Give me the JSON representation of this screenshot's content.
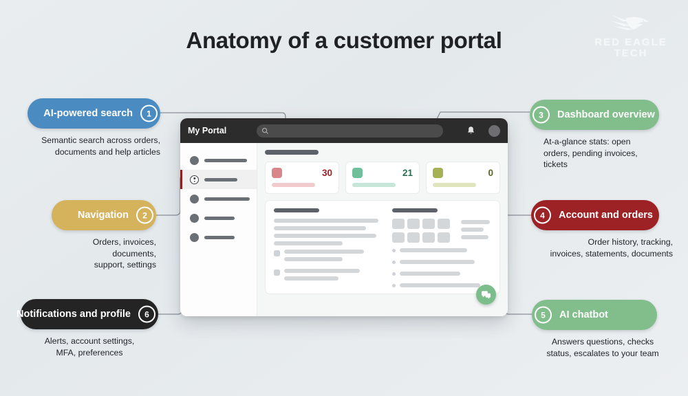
{
  "page": {
    "title": "Anatomy of a customer portal",
    "background": "#e7ebee"
  },
  "logo": {
    "icon": "eagle-icon",
    "line1": "RED EAGLE",
    "line2": "TECH"
  },
  "callouts": [
    {
      "number": "1",
      "label": "AI-powered search",
      "caption": "Semantic search across orders,\ndocuments and help articles",
      "color": "#4a8bc2"
    },
    {
      "number": "2",
      "label": "Navigation",
      "caption": "Orders, invoices, documents,\nsupport, settings",
      "color": "#d5b25c"
    },
    {
      "number": "3",
      "label": "Dashboard overview",
      "caption": "At-a-glance stats: open\norders, pending invoices, tickets",
      "color": "#82bd8c"
    },
    {
      "number": "4",
      "label": "Account and orders",
      "caption": "Order history, tracking,\ninvoices, statements, documents",
      "color": "#9d2226"
    },
    {
      "number": "5",
      "label": "AI chatbot",
      "caption": "Answers questions, checks\nstatus, escalates to your team",
      "color": "#82bd8c"
    },
    {
      "number": "6",
      "label": "Notifications and profile",
      "caption": "Alerts, account settings,\nMFA, preferences",
      "color": "#242424"
    }
  ],
  "browser": {
    "topbar": {
      "brand": "My Portal",
      "search_icon": "search-icon",
      "search_placeholder": "",
      "bell_icon": "bell-icon",
      "avatar": "avatar"
    },
    "sidebar": {
      "items": [
        {
          "icon": "circle-icon",
          "active": false
        },
        {
          "icon": "user-icon",
          "active": true
        },
        {
          "icon": "circle-icon",
          "active": false
        },
        {
          "icon": "circle-icon",
          "active": false
        },
        {
          "icon": "circle-icon",
          "active": false
        }
      ]
    },
    "stats": [
      {
        "value": "30",
        "color": "#d9868a",
        "bar": "#f1cbcd",
        "numcolor": "#9d2226"
      },
      {
        "value": "21",
        "color": "#6fbf9a",
        "bar": "#c6e6d7",
        "numcolor": "#2b6f52"
      },
      {
        "value": "0",
        "color": "#a6b054",
        "bar": "#e0e5bd",
        "numcolor": "#5d6623"
      }
    ],
    "chat_fab": {
      "icon": "chat-bubble-icon"
    }
  }
}
